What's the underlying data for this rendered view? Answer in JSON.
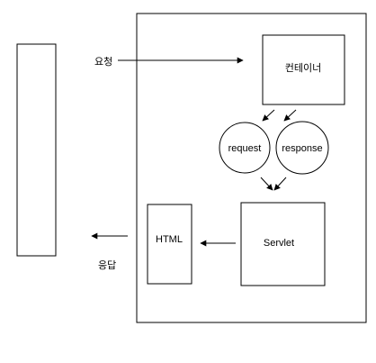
{
  "labels": {
    "request_arrow": "요청",
    "response_arrow": "응답",
    "container": "컨테이너",
    "request_obj": "request",
    "response_obj": "response",
    "servlet": "Servlet",
    "html": "HTML"
  }
}
